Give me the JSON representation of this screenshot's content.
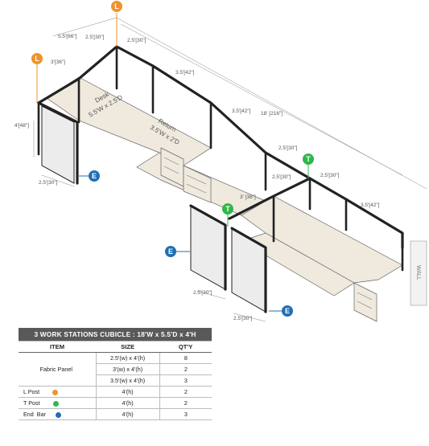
{
  "diagram": {
    "markers": {
      "L": {
        "label": "L",
        "color": "#f0932b"
      },
      "T": {
        "label": "T",
        "color": "#2eb84a"
      },
      "E": {
        "label": "E",
        "color": "#1f6fb4"
      }
    },
    "dimensions": {
      "overall_depth": "5.5'[66\"]",
      "top_panel_a": "2.5'[30\"]",
      "top_panel_b": "2.5'[30\"]",
      "side_return": "3'[36\"]",
      "long_side_a": "3.5'[42\"]",
      "long_side_b": "3.5'[42\"]",
      "overall_length": "18' [216\"]",
      "mid_panel_a": "2.5'[30\"]",
      "mid_panel_b": "2.5'[30\"]",
      "mid_panel_c": "2.5'[30\"]",
      "end_long": "3.5'[42\"]",
      "height": "4'[48\"]",
      "front_end_a": "2.5'[30\"]",
      "middle_return": "3' [36\"]",
      "front_end_b": "2.5'[30\"]",
      "front_end_c": "2.5'[30\"]"
    },
    "desk_label": "Desk",
    "desk_size": "5.5'W x 2.5'D",
    "return_label": "Return",
    "return_size": "3.5'W x 2'D",
    "wall_label": "WALL"
  },
  "table": {
    "title": "3 WORK STATIONS  CUBICLE : 18'W x 5.5'D x 4'H",
    "headers": {
      "item": "ITEM",
      "size": "SIZE",
      "qty": "QT'Y"
    },
    "fabric_panel": {
      "label": "Fabric Panel",
      "rows": [
        {
          "size": "2.5'(w) x 4'(h)",
          "qty": "8"
        },
        {
          "size": "3'(w) x 4'(h)",
          "qty": "2"
        },
        {
          "size": "3.5'(w) x 4'(h)",
          "qty": "3"
        }
      ]
    },
    "l_post": {
      "label": "L Post",
      "size": "4'(h)",
      "qty": "2",
      "color": "#f0932b"
    },
    "t_post": {
      "label": "T Post",
      "size": "4'(h)",
      "qty": "2",
      "color": "#2eb84a"
    },
    "end_bar": {
      "label": "End  Bar",
      "size": "4'(h)",
      "qty": "3",
      "color": "#1f6fb4"
    }
  }
}
